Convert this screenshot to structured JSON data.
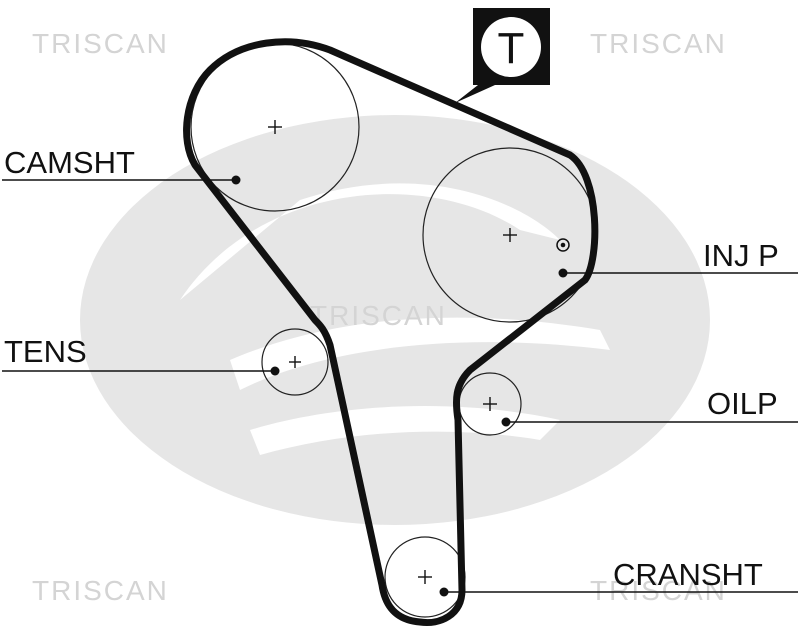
{
  "watermarks": {
    "top_left": "TRISCAN",
    "top_right": "TRISCAN",
    "center": "TRISCAN",
    "bottom_left": "TRISCAN",
    "bottom_right": "TRISCAN"
  },
  "tension_marker": "T",
  "labels": {
    "camshaft": "CAMSHT",
    "injection_pump": "INJ P",
    "tensioner": "TENS",
    "oil_pump": "OILP",
    "crankshaft": "CRANSHT"
  },
  "colors": {
    "belt": "#111111",
    "watermark": "#d4d4d4",
    "background_logo": "#e3e3e3"
  }
}
